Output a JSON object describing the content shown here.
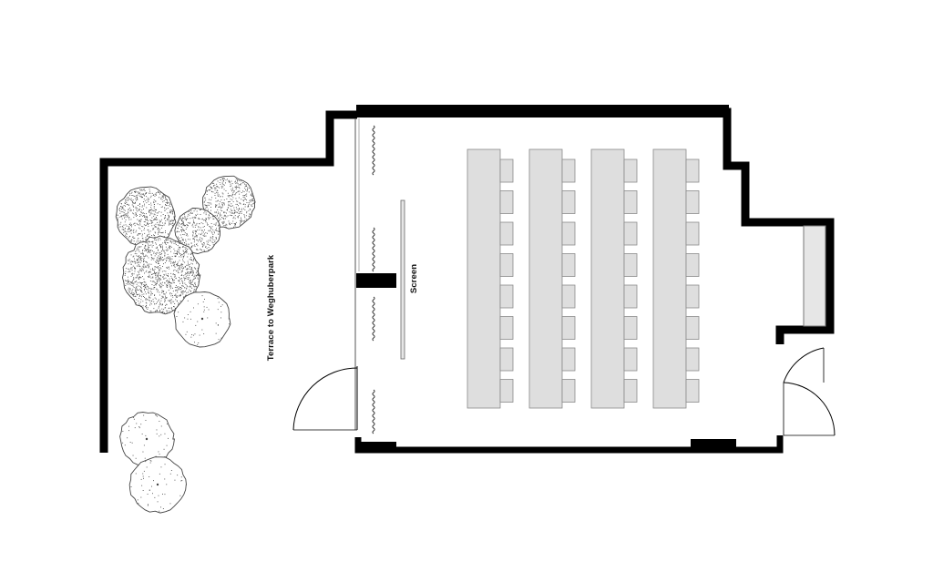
{
  "labels": {
    "terrace": "Terrace to Weghuberpark",
    "screen": "Screen"
  },
  "layout": {
    "table_rows": 4,
    "chairs_per_row": 8
  },
  "colors": {
    "wall": "#000000",
    "furniture_fill": "#dedede",
    "furniture_stroke": "#8a8a8a",
    "tree_ink": "#444444",
    "background": "#ffffff"
  },
  "icons": {
    "tree": "tree-canopy-icon",
    "curtain": "curtain-wave-icon",
    "door": "door-swing-icon"
  }
}
